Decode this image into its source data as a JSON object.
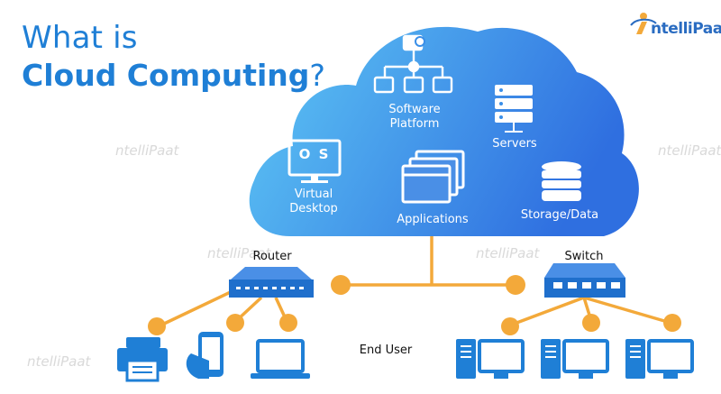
{
  "title": {
    "line1": "What is",
    "line2": "Cloud Computing",
    "question_mark": "?"
  },
  "brand": {
    "name": "ntelliPaat",
    "logo_icon": "person-icon"
  },
  "cloud": {
    "labels": {
      "software_platform": [
        "Software",
        "Platform"
      ],
      "servers": "Servers",
      "virtual_desktop": [
        "Virtual",
        "Desktop"
      ],
      "applications": "Applications",
      "storage": "Storage/Data",
      "os": "O S"
    }
  },
  "network": {
    "router": "Router",
    "switch": "Switch",
    "end_user": "End User"
  },
  "icons": [
    "folder-tree-icon",
    "server-icon",
    "monitor-icon",
    "windows-icon",
    "database-icon",
    "router-icon",
    "switch-icon",
    "printer-icon",
    "phone-icon",
    "laptop-icon",
    "desktop-icon"
  ],
  "colors": {
    "title": "#1f7fd6",
    "cloud_start": "#5ec8f5",
    "cloud_end": "#2f6fe0",
    "connector": "#f3a93a",
    "device": "#1f7fd6"
  }
}
